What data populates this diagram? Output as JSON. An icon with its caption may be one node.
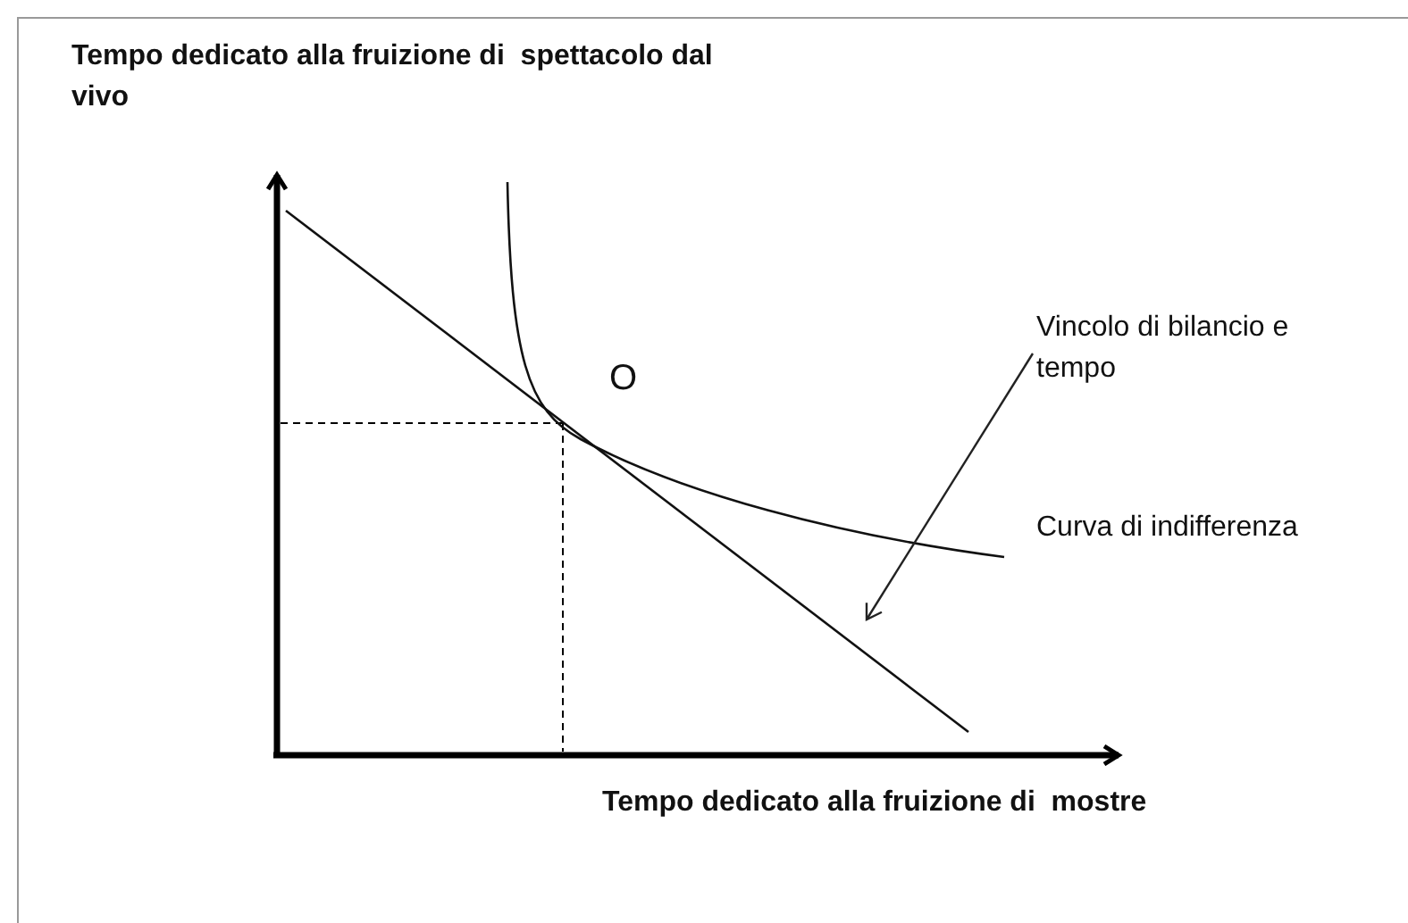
{
  "diagram": {
    "nodes": [
      {
        "text": [
          "Vincolo di bilancio e tempo"
        ]
      },
      {
        "text": [],
        "shape": "line"
      }
    ],
    "edges": [
      {
        "from": 0,
        "to": 1,
        "arrow": "to"
      }
    ],
    "labels": [
      "Tempo dedicato alla fruizione di  spettacolo dal vivo",
      "O",
      "Curva di indifferenza",
      "Tempo dedicato alla fruizione di  mostre"
    ]
  }
}
